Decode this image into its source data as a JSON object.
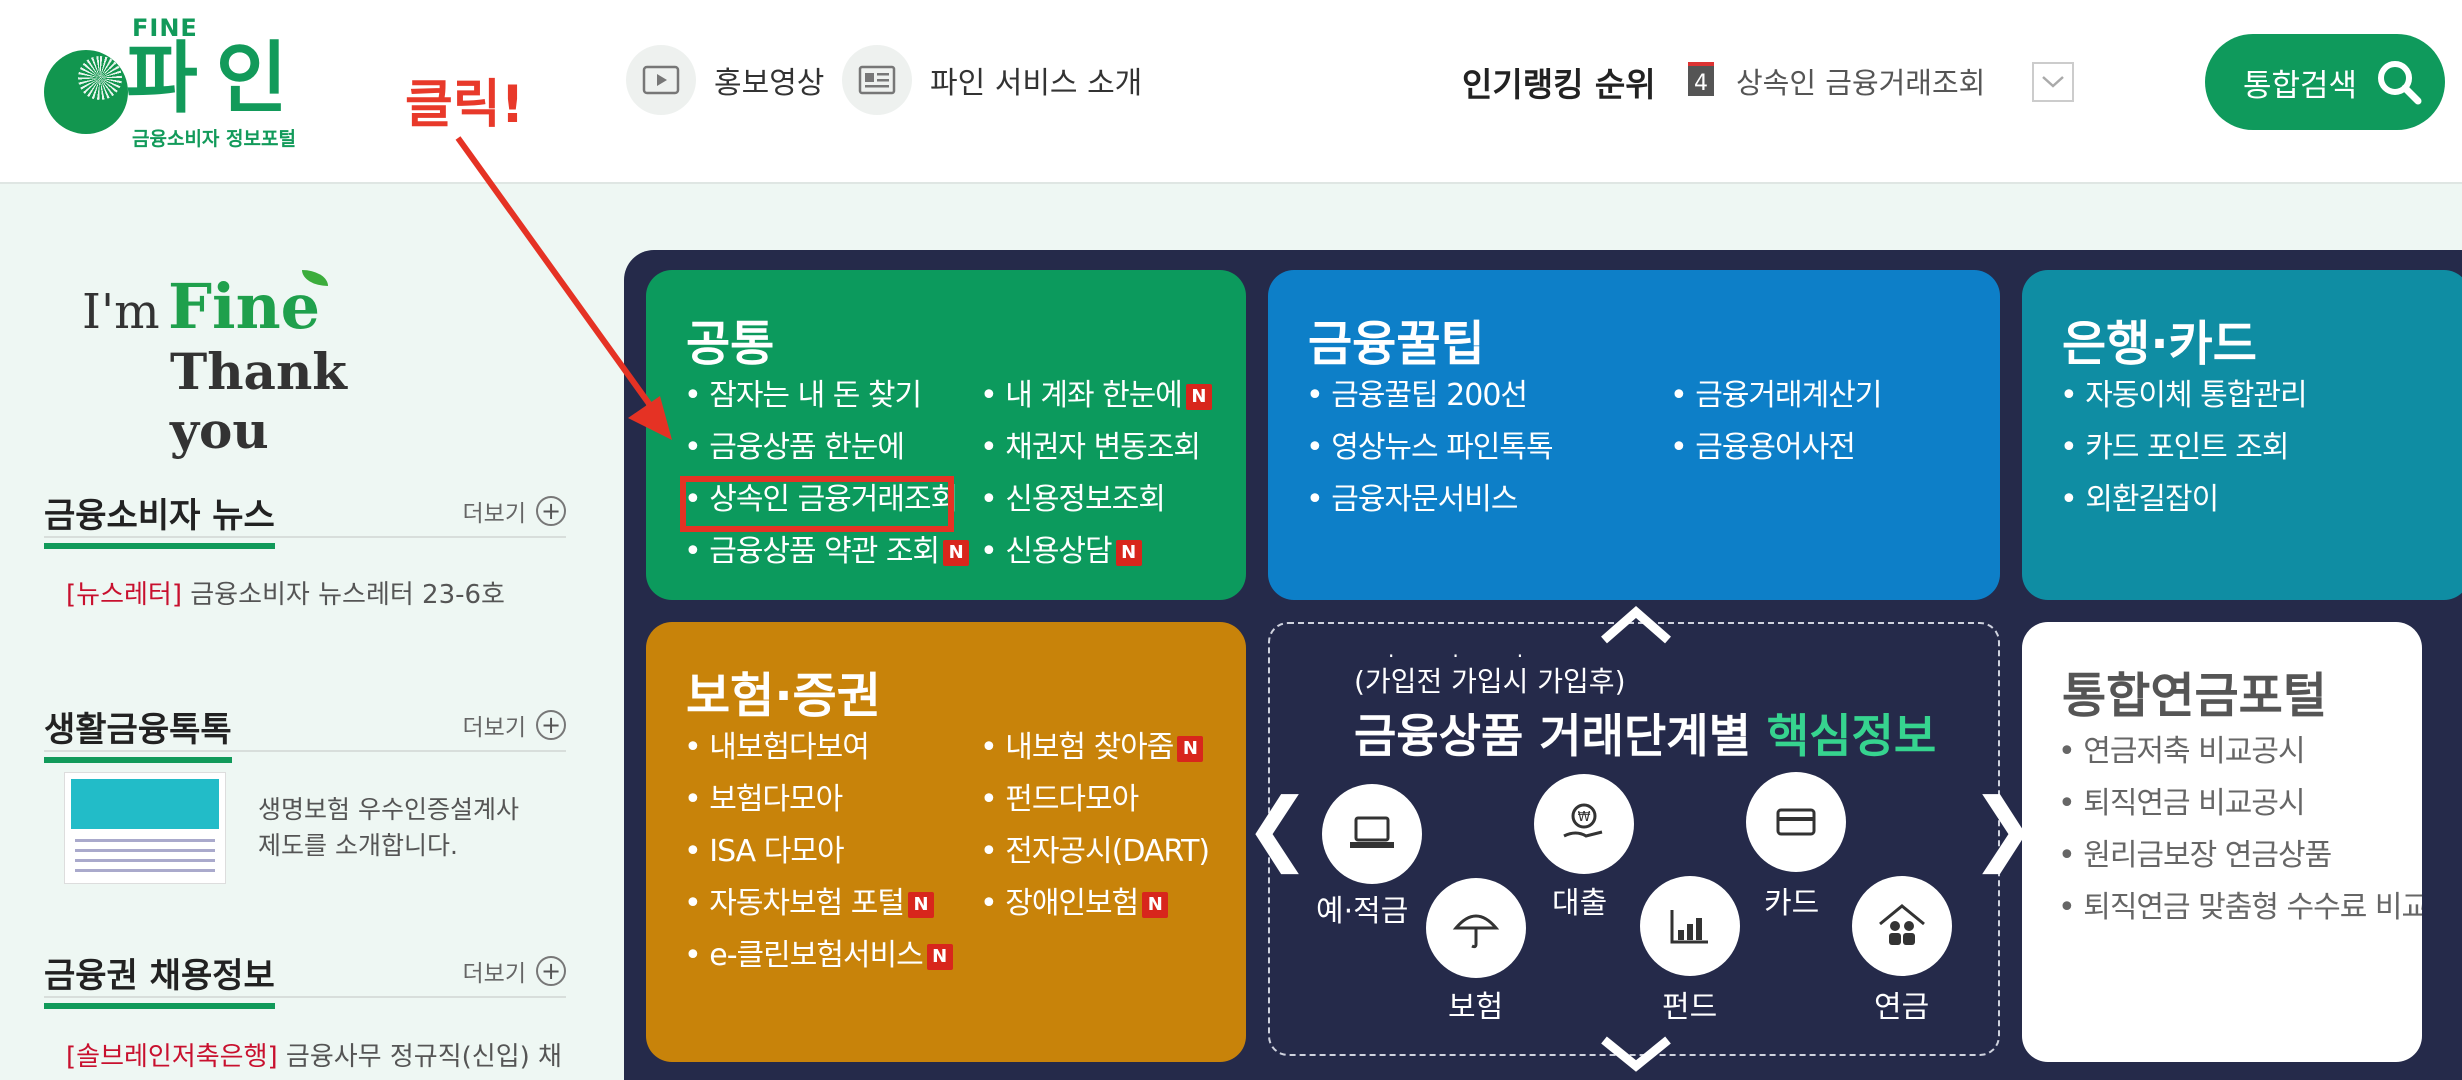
{
  "header": {
    "logo": {
      "small": "FINE",
      "name": "파인",
      "sub": "금융소비자 정보포털"
    },
    "promo_video": "홍보영상",
    "service_intro": "파인 서비스 소개",
    "ranking": {
      "title": "인기랭킹 순위",
      "number": "4",
      "item": "상속인 금융거래조회"
    },
    "search_label": "통합검색"
  },
  "annotation": {
    "text": "클릭!",
    "color": "#e53224"
  },
  "left": {
    "slogan": {
      "im": "I'm",
      "fine": "Fine",
      "thanks": "Thank you"
    },
    "news": {
      "title": "금융소비자 뉴스",
      "more": "더보기",
      "tag": "[뉴스레터]",
      "item": "금융소비자 뉴스레터 23-6호"
    },
    "talk": {
      "title": "생활금융톡톡",
      "more": "더보기",
      "line1": "생명보험 우수인증설계사",
      "line2": "제도를 소개합니다."
    },
    "jobs": {
      "title": "금융권 채용정보",
      "more": "더보기",
      "tag": "[솔브레인저축은행]",
      "item": "금융사무 정규직(신입) 채"
    }
  },
  "cards": {
    "common": {
      "title": "공통",
      "col1": [
        "잠자는 내 돈 찾기",
        "금융상품 한눈에",
        "상속인 금융거래조회",
        "금융상품 약관 조회"
      ],
      "col2": [
        "내 계좌 한눈에",
        "채권자 변동조회",
        "신용정보조회",
        "신용상담"
      ]
    },
    "tip": {
      "title": "금융꿀팁",
      "col1": [
        "금융꿀팁 200선",
        "영상뉴스 파인톡톡",
        "금융자문서비스"
      ],
      "col2": [
        "금융거래계산기",
        "금융용어사전"
      ]
    },
    "bank": {
      "title": "은행·카드",
      "items": [
        "자동이체 통합관리",
        "카드 포인트 조회",
        "외환길잡이"
      ]
    },
    "insurance": {
      "title": "보험·증권",
      "col1": [
        "내보험다보여",
        "보험다모아",
        "ISA 다모아",
        "자동차보험 포털",
        "e-클린보험서비스"
      ],
      "col2": [
        "내보험 찾아줌",
        "펀드다모아",
        "전자공시(DART)",
        "장애인보험"
      ]
    },
    "pension": {
      "title": "통합연금포털",
      "items": [
        "연금저축 비교공시",
        "퇴직연금 비교공시",
        "원리금보장 연금상품",
        "퇴직연금 맞춤형 수수료 비교"
      ]
    }
  },
  "badge": "N",
  "center": {
    "pre": "(가입전 가입시 가입후)",
    "title_main": "금융상품 거래단계별 ",
    "title_highlight": "핵심정보",
    "stages": {
      "savings": "예·적금",
      "loan": "대출",
      "card": "카드",
      "insurance": "보험",
      "fund": "펀드",
      "pension": "연금"
    }
  }
}
